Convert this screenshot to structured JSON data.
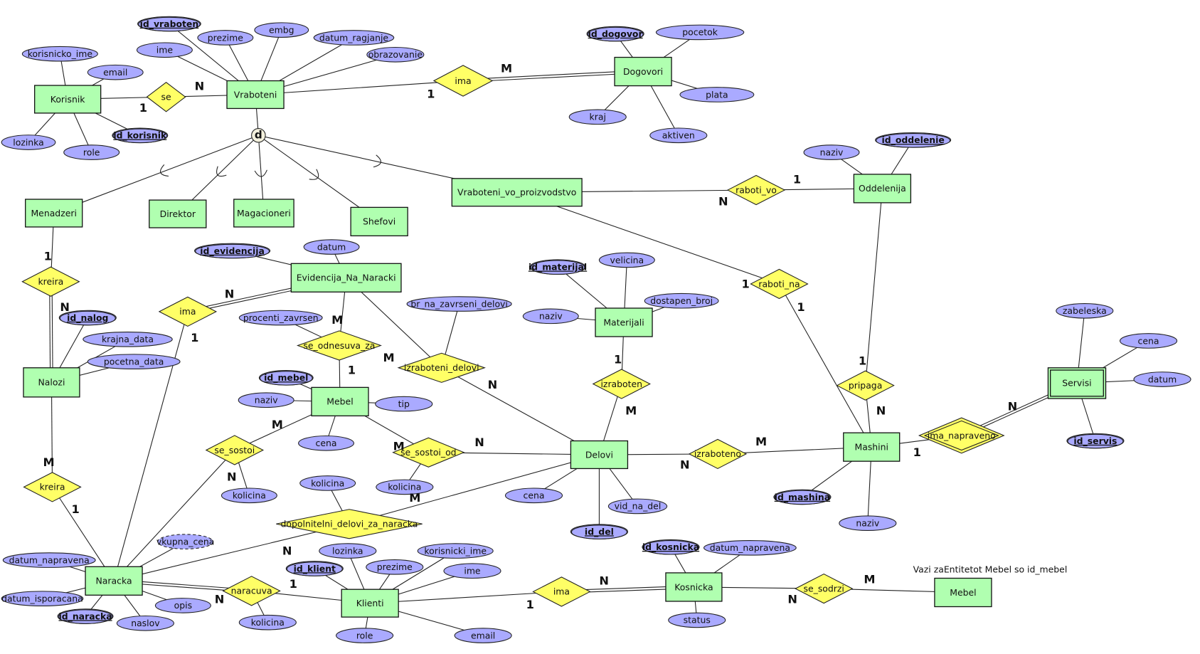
{
  "colors": {
    "entity": "#b0ffb0",
    "relationship": "#ffff66",
    "attribute": "#aaaaff"
  },
  "note": "Vazi zaEntitetot Mebel so id_mebel",
  "specialization": {
    "symbol": "d",
    "superclass": "vraboteni",
    "subclasses": [
      "menadzeri",
      "direktor",
      "magacioneri",
      "shefovi",
      "vrab_proiz"
    ]
  },
  "entities": {
    "korisnik": "Korisnik",
    "vraboteni": "Vraboteni",
    "dogovori": "Dogovori",
    "menadzeri": "Menadzeri",
    "direktor": "Direktor",
    "magacioneri": "Magacioneri",
    "shefovi": "Shefovi",
    "vrab_proiz": "Vraboteni_vo_proizvodstvo",
    "oddelenija": "Oddelenija",
    "evidencija": "Evidencija_Na_Naracki",
    "materijali": "Materijali",
    "nalozi": "Nalozi",
    "mebel": "Mebel",
    "delovi": "Delovi",
    "mashini": "Mashini",
    "servisi": "Servisi",
    "naracka": "Naracka",
    "klienti": "Klienti",
    "kosnicka": "Kosnicka",
    "mebel2": "Mebel"
  },
  "weak_entities": [
    "servisi"
  ],
  "relationships": {
    "se": {
      "label": "se",
      "cardinalities": [
        "1",
        "N"
      ]
    },
    "ima1": {
      "label": "ima",
      "cardinalities": [
        "1",
        "M"
      ]
    },
    "raboti_vo": {
      "label": "raboti_vo",
      "cardinalities": [
        "N",
        "1"
      ]
    },
    "raboti_na": {
      "label": "raboti_na",
      "cardinalities": [
        "1",
        "1"
      ]
    },
    "kreira1": {
      "label": "kreira",
      "cardinalities": [
        "1",
        "N"
      ]
    },
    "ima2": {
      "label": "ima",
      "cardinalities": [
        "N",
        "1"
      ]
    },
    "se_odnesuva_za": {
      "label": "se_odnesuva_za",
      "cardinalities": [
        "M",
        "1"
      ]
    },
    "izraboteni_delovi": {
      "label": "izraboteni_delovi",
      "cardinalities": [
        "M",
        "N"
      ]
    },
    "izraboten": {
      "label": "izraboten",
      "cardinalities": [
        "1",
        "M"
      ]
    },
    "pripaga": {
      "label": "pripaga",
      "cardinalities": [
        "1",
        "N"
      ]
    },
    "ima_napraveno": {
      "label": "ima_napraveno",
      "cardinalities": [
        "1",
        "N"
      ]
    },
    "se_sostoi": {
      "label": "se_sostoi",
      "cardinalities": [
        "M",
        "N"
      ]
    },
    "se_sostoi_od": {
      "label": "se_sostoi_od",
      "cardinalities": [
        "M",
        "N"
      ]
    },
    "izraboteno": {
      "label": "izraboteno",
      "cardinalities": [
        "N",
        "M"
      ]
    },
    "kreira2": {
      "label": "kreira",
      "cardinalities": [
        "M",
        "1"
      ]
    },
    "dopolnitelni": {
      "label": "dopolnitelni_delovi_za_naracka",
      "cardinalities": [
        "M",
        "N"
      ]
    },
    "naracuva": {
      "label": "naracuva",
      "cardinalities": [
        "N",
        "1"
      ]
    },
    "ima3": {
      "label": "ima",
      "cardinalities": [
        "1",
        "N"
      ]
    },
    "se_sodrzi": {
      "label": "se_sodrzi",
      "cardinalities": [
        "N",
        "M"
      ]
    }
  },
  "identifying_relationships": [
    "ima_napraveno"
  ],
  "attributes": {
    "korisnik": [
      "korisnicko_ime",
      "email",
      "lozinka",
      "role",
      {
        "name": "id_korisnik",
        "type": "key"
      }
    ],
    "vraboteni": [
      {
        "name": "id_vraboten",
        "type": "key"
      },
      "ime",
      "prezime",
      "embg",
      "datum_ragjanje",
      "obrazovanie"
    ],
    "dogovori": [
      {
        "name": "id_dogovor",
        "type": "key"
      },
      "pocetok",
      "plata",
      "kraj",
      "aktiven"
    ],
    "oddelenija": [
      "naziv",
      {
        "name": "id_oddelenie",
        "type": "key"
      }
    ],
    "evidencija": [
      {
        "name": "id_evidencija",
        "type": "key"
      },
      "datum"
    ],
    "se_odnesuva_za": [
      "procenti_zavrsen"
    ],
    "izraboteni_delovi": [
      "br_na_zavrseni_delovi"
    ],
    "materijali": [
      {
        "name": "id_materijal",
        "type": "key"
      },
      "velicina",
      "naziv",
      "dostapen_broj"
    ],
    "nalozi": [
      {
        "name": "id_nalog",
        "type": "key"
      },
      "krajna_data",
      "pocetna_data"
    ],
    "mebel": [
      {
        "name": "id_mebel",
        "type": "key"
      },
      "naziv",
      "tip",
      "cena"
    ],
    "se_sostoi": [
      "kolicina"
    ],
    "se_sostoi_od": [
      "kolicina"
    ],
    "dopolnitelni": [
      "kolicina"
    ],
    "delovi": [
      "cena",
      "vid_na_del",
      {
        "name": "id_del",
        "type": "key"
      }
    ],
    "mashini": [
      {
        "name": "id_mashina",
        "type": "key"
      },
      "naziv"
    ],
    "servisi": [
      "zabeleska",
      "cena",
      "datum",
      {
        "name": "id_servis",
        "type": "key"
      }
    ],
    "naracka": [
      {
        "name": "vkupna_cena",
        "type": "derived"
      },
      "datum_napravena",
      "datum_isporacana",
      {
        "name": "id_naracka",
        "type": "key"
      },
      "naslov",
      "opis"
    ],
    "naracuva": [
      "kolicina"
    ],
    "klienti": [
      "lozinka",
      {
        "name": "id_klient",
        "type": "key"
      },
      "prezime",
      "korisnicki_ime",
      "ime",
      "role",
      "email"
    ],
    "kosnicka": [
      {
        "name": "id_kosnicka",
        "type": "key"
      },
      "datum_napravena",
      "status"
    ]
  }
}
